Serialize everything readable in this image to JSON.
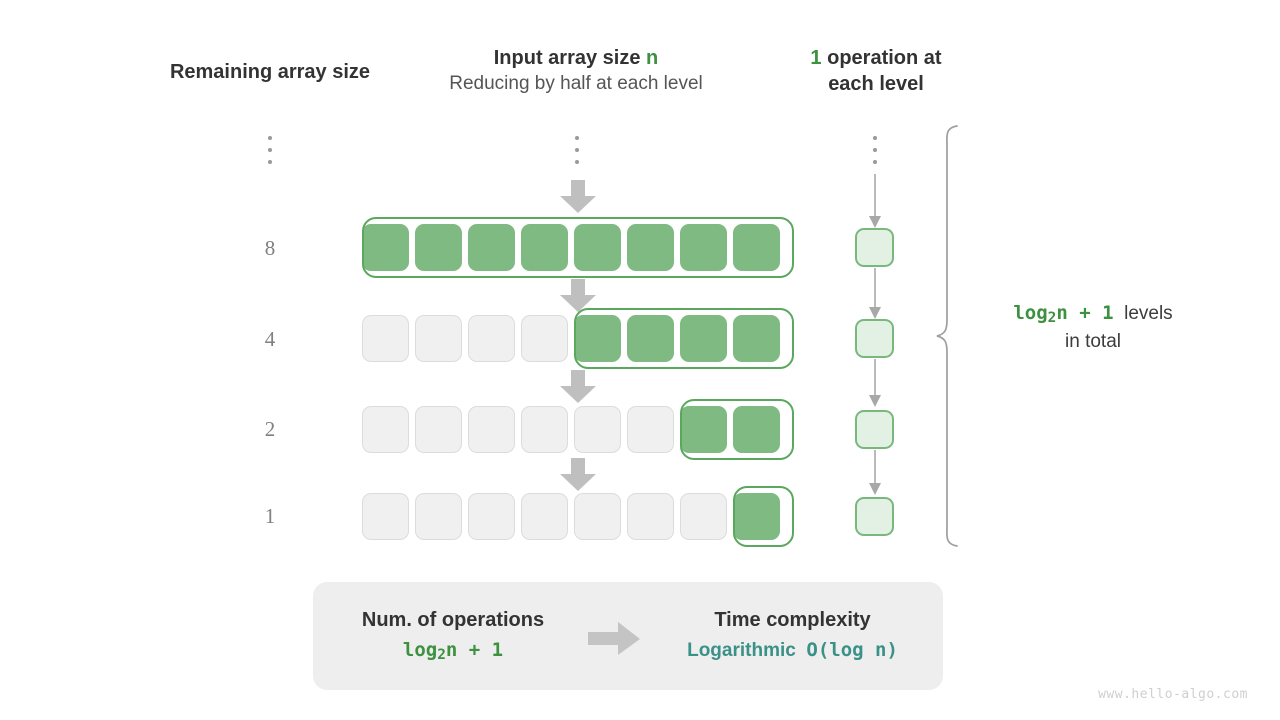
{
  "headers": {
    "remaining": "Remaining array size",
    "input_title_prefix": "Input array size ",
    "input_title_accent": "n",
    "input_subtitle": "Reducing by half at each level",
    "ops_accent": "1",
    "ops_line1_rest": " operation at",
    "ops_line2": "each level"
  },
  "rows": [
    {
      "label": "8",
      "total": 8,
      "active": 8
    },
    {
      "label": "4",
      "total": 8,
      "active": 4
    },
    {
      "label": "2",
      "total": 8,
      "active": 2
    },
    {
      "label": "1",
      "total": 8,
      "active": 1
    }
  ],
  "ellipsis": "vertical-ellipsis",
  "brace": {
    "formula": "log",
    "formula_sub": "2",
    "formula_rest": "n + 1",
    "label_line1": "levels",
    "label_line2": "in total"
  },
  "summary": {
    "left_title": "Num. of operations",
    "left_formula": "log",
    "left_formula_sub": "2",
    "left_formula_rest": "n + 1",
    "right_title": "Time complexity",
    "right_value_word": "Logarithmic",
    "right_value_mono": "O(log n)"
  },
  "watermark": "www.hello-algo.com",
  "colors": {
    "accent_green": "#3d9140",
    "cell_green": "#7fba82",
    "cell_border_green": "#5aa75e",
    "op_cell_fill": "#e3f0e4",
    "empty_cell": "#f0f0f0",
    "teal": "#3a9188",
    "arrow_gray": "#bfbfbf",
    "summary_bg": "#eeeeee"
  }
}
